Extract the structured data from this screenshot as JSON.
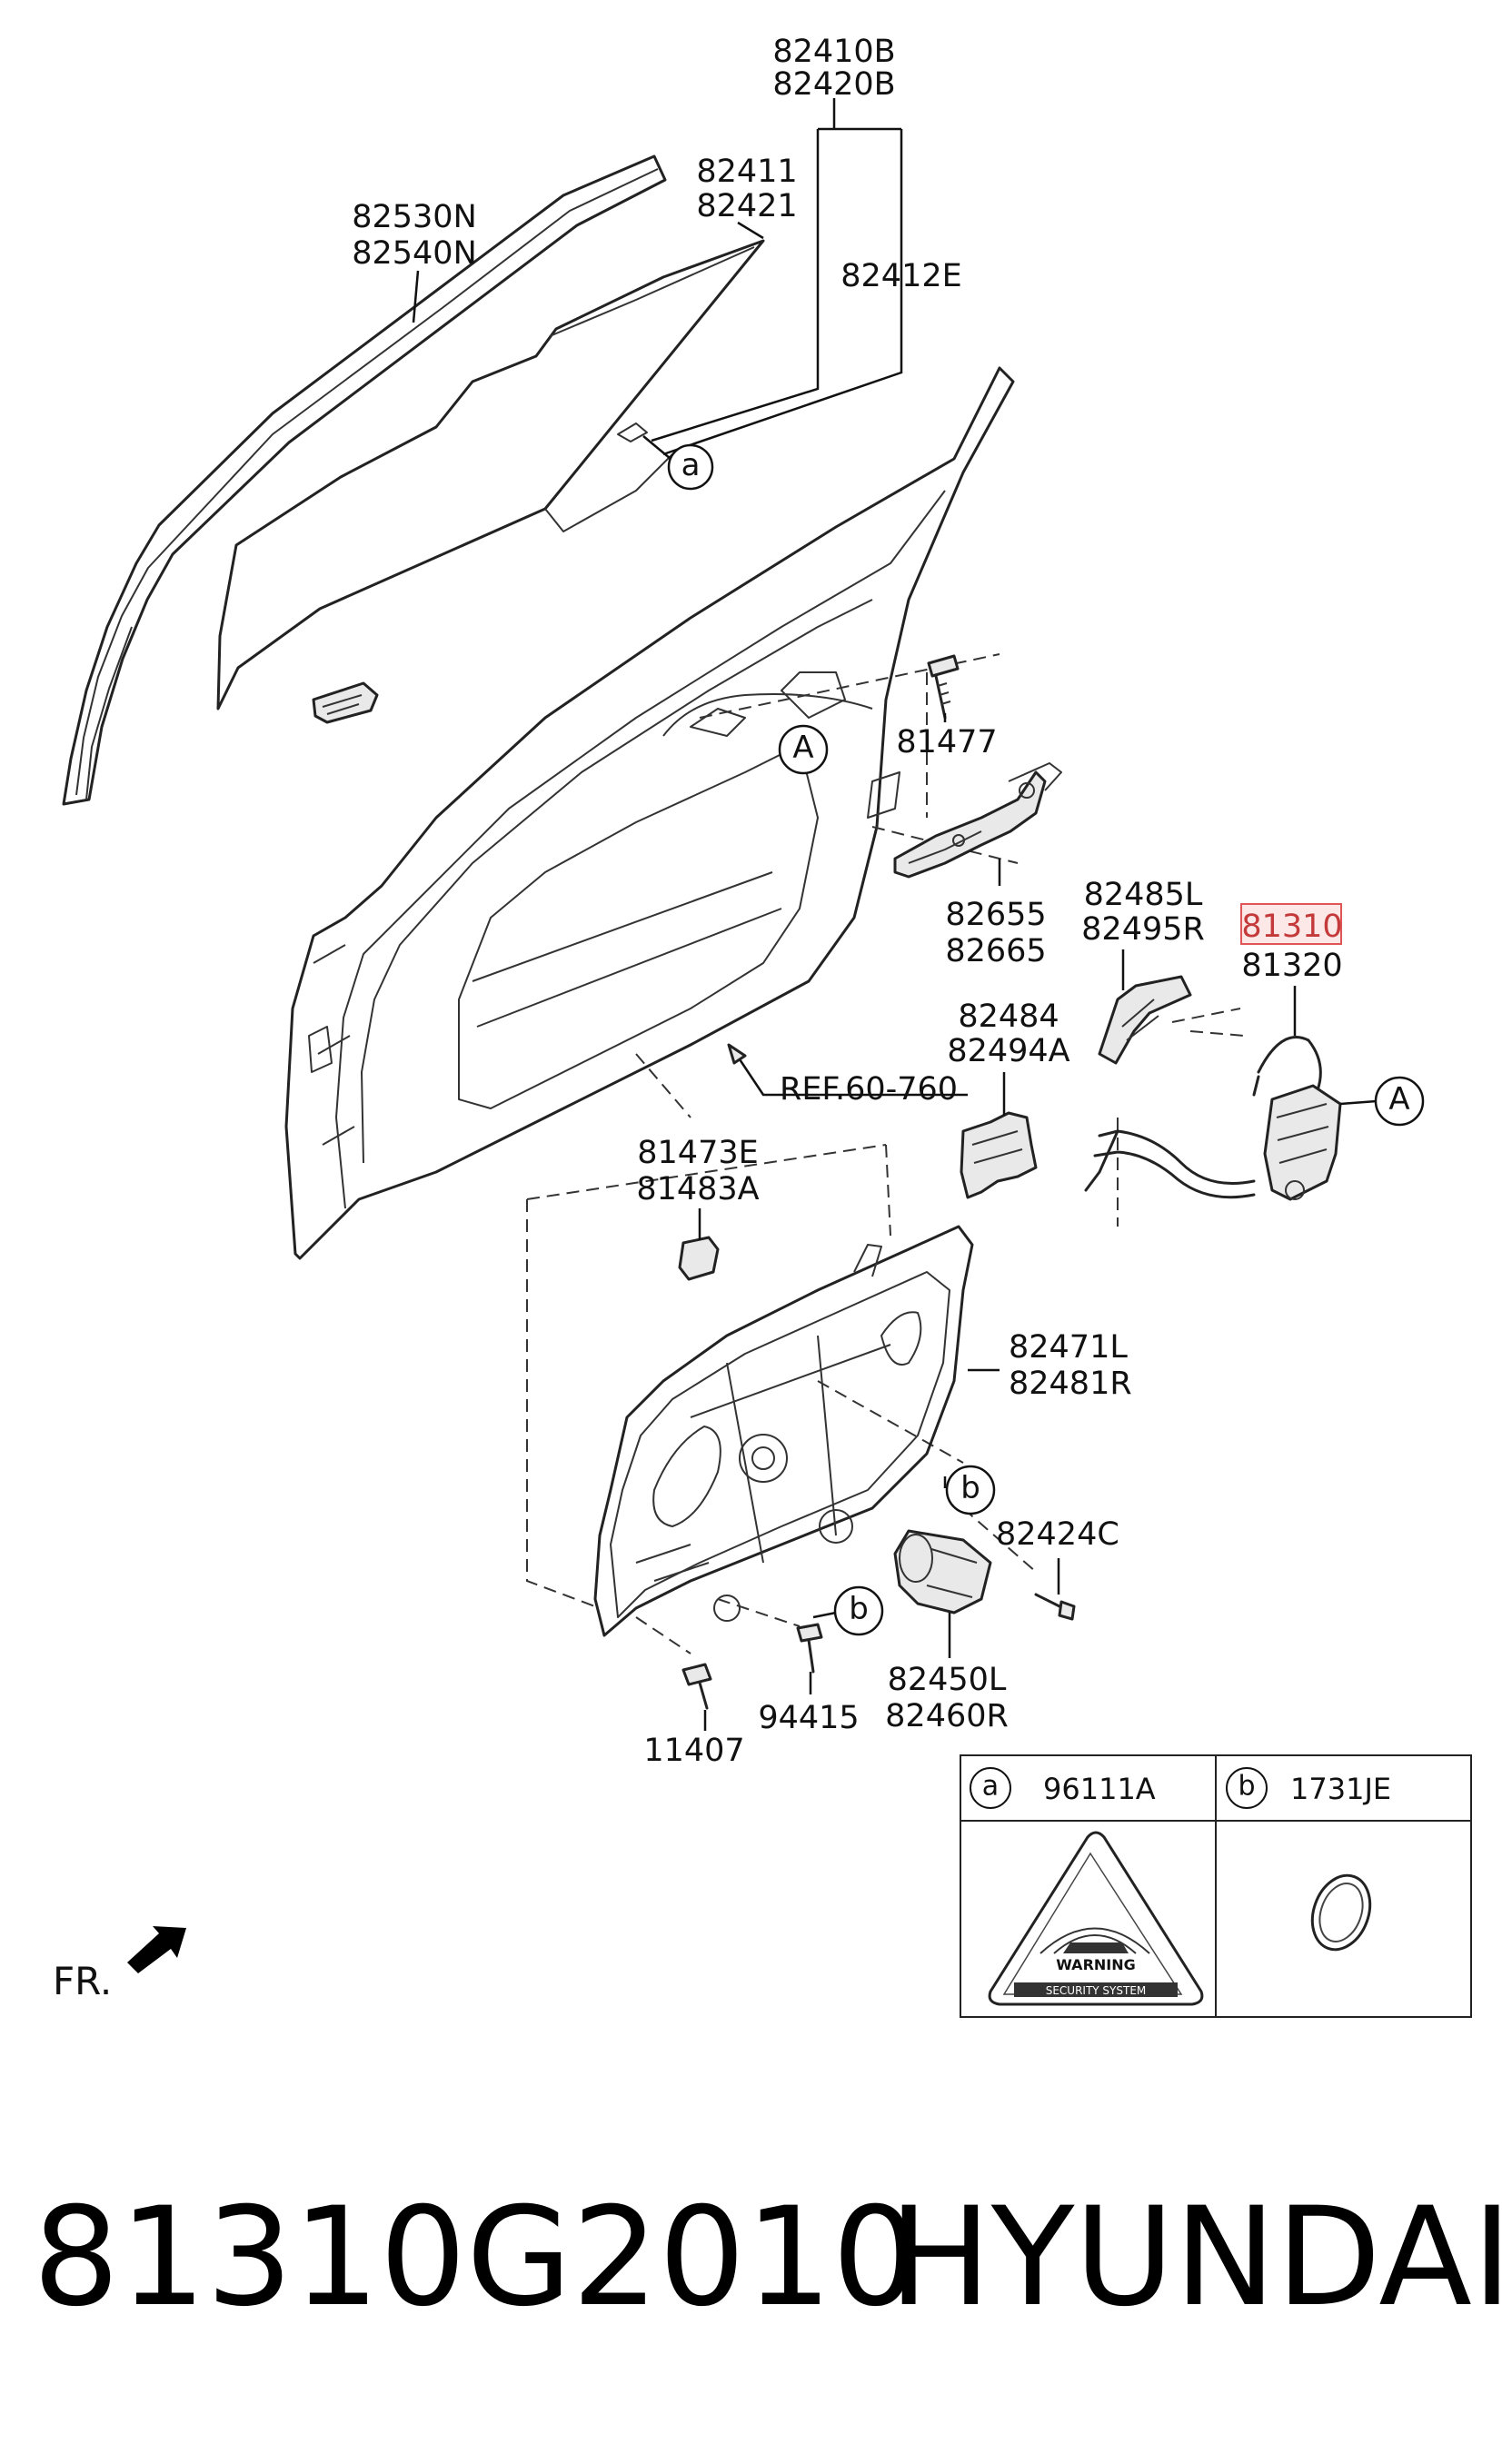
{
  "labels": {
    "l_82410B": "82410B",
    "l_82420B": "82420B",
    "l_82411": "82411",
    "l_82421": "82421",
    "l_82530N": "82530N",
    "l_82540N": "82540N",
    "l_82412E": "82412E",
    "l_81477": "81477",
    "l_82655": "82655",
    "l_82665": "82665",
    "l_82485L": "82485L",
    "l_82495R": "82495R",
    "l_81310": "81310",
    "l_81320": "81320",
    "l_82484": "82484",
    "l_82494A": "82494A",
    "l_ref": "REF.60-760",
    "l_81473E": "81473E",
    "l_81483A": "81483A",
    "l_82471L": "82471L",
    "l_82481R": "82481R",
    "l_82424C": "82424C",
    "l_82450L": "82450L",
    "l_82460R": "82460R",
    "l_94415": "94415",
    "l_11407": "11407"
  },
  "callouts": {
    "a": "a",
    "A": "A",
    "b": "b"
  },
  "legend": {
    "a_letter": "a",
    "a_part": "96111A",
    "b_letter": "b",
    "b_part": "1731JE",
    "sticker_line1": "WARNING",
    "sticker_line2": "SECURITY SYSTEM"
  },
  "front_marker": "FR.",
  "highlighted_part": "81310",
  "highlight_color": "#e05555",
  "part_number": "81310G2010",
  "brand": "HYUNDAI"
}
